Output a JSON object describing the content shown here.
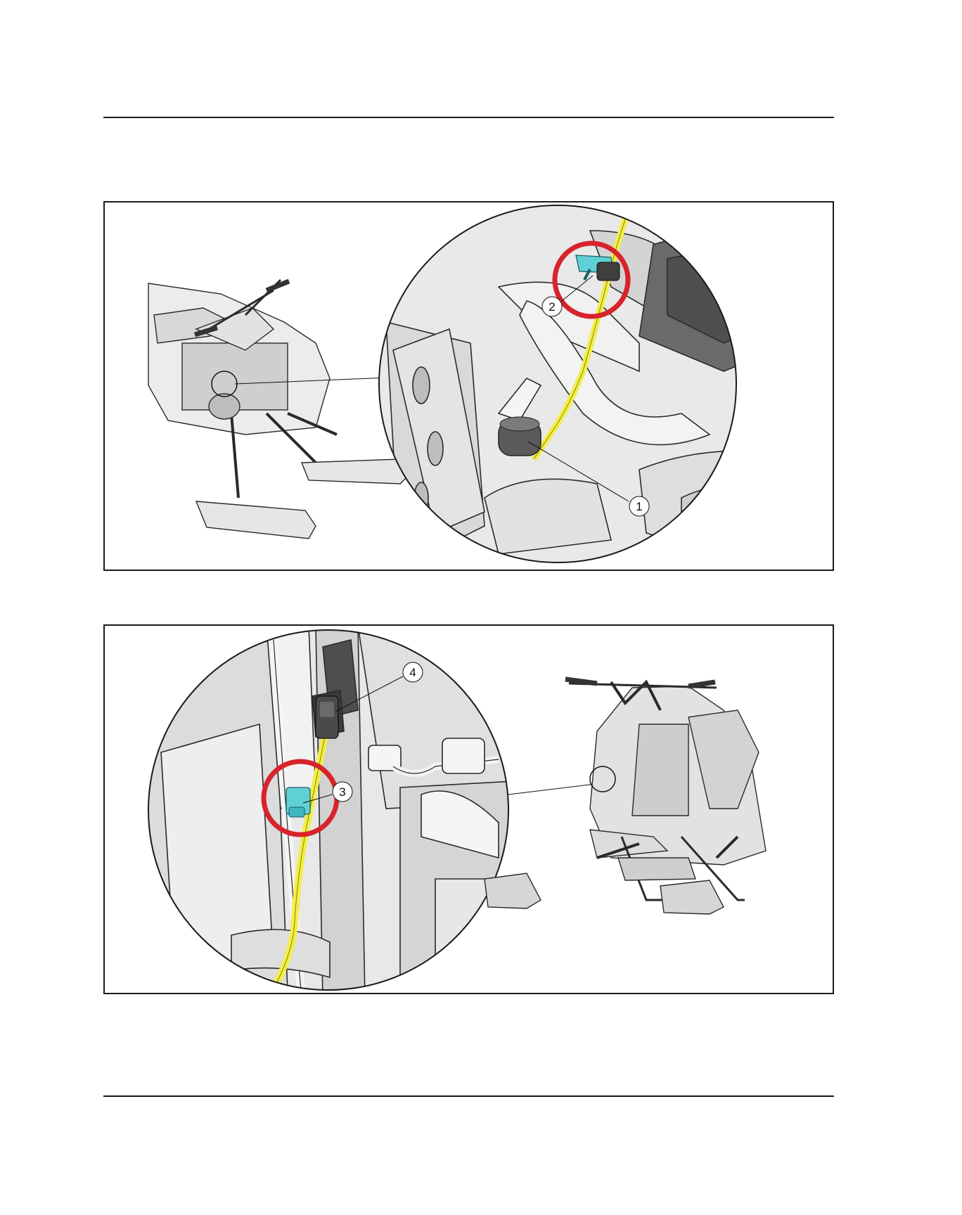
{
  "figures": [
    {
      "callouts": [
        {
          "label": "1"
        },
        {
          "label": "2"
        }
      ]
    },
    {
      "callouts": [
        {
          "label": "3"
        },
        {
          "label": "4"
        }
      ]
    }
  ],
  "colors": {
    "highlight_ring": "#d8232a",
    "fuel_line": "#f2ee4a",
    "clamp": "#5fd1d6",
    "line_art": "#2a2a2a",
    "shade": "#e6e6e6"
  }
}
